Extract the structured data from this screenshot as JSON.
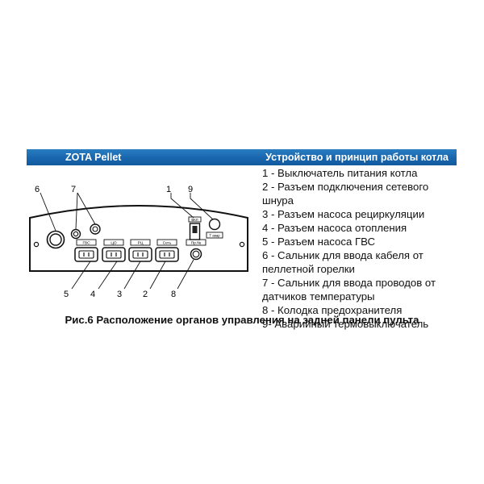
{
  "header": {
    "left_title": "ZOTA Pellet",
    "right_title": "Устройство и принцип работы котла"
  },
  "legend": [
    "1 - Выключатель питания котла",
    "2 - Разъем подключения сетевого шнура",
    "3 - Разъем насоса рециркуляции",
    "4 - Разъем насоса отопления",
    "5 - Разъем насоса ГВС",
    "6 - Сальник для ввода кабеля от пеллетной  горелки",
    "7 - Сальник для ввода проводов от датчиков температуры",
    "8 - Колодка предохранителя",
    "9- Аварийный термовыключатель"
  ],
  "diagram": {
    "callouts": {
      "n1": "1",
      "n2": "2",
      "n3": "3",
      "n4": "4",
      "n5": "5",
      "n6": "6",
      "n7": "7",
      "n8": "8",
      "n9": "9"
    },
    "panel_labels": {
      "gvs": "ГВС",
      "co": "ЦО",
      "rc": "РЦ",
      "set": "Сеть",
      "pred": "Пр.№",
      "vkl": "ВКЛ",
      "tavar": "Т авар"
    }
  },
  "caption": "Рис.6 Расположение органов управления на задней панели пульта"
}
